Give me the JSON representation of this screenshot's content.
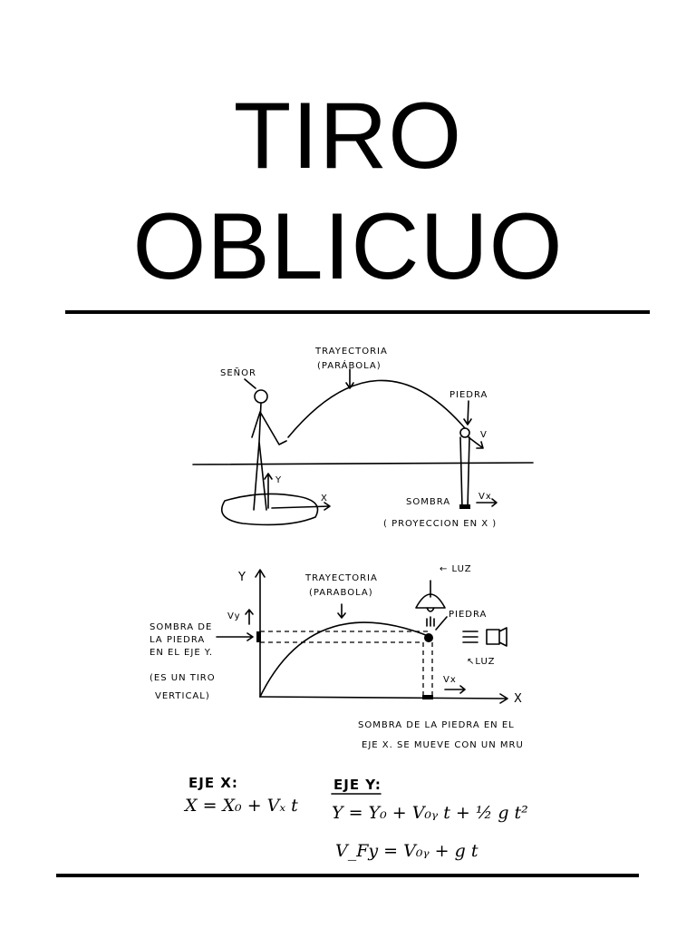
{
  "title": {
    "line1": "TIRO",
    "line2": "OBLICUO"
  },
  "figure1": {
    "senor": "SEÑOR",
    "trayectoria": "TRAYECTORIA",
    "parabola": "(PARÁBOLA)",
    "piedra": "PIEDRA",
    "v": "V",
    "y": "Y",
    "x": "X",
    "sombra": "SOMBRA",
    "vx": "Vx",
    "proyeccion": "( PROYECCION EN X )"
  },
  "figure2": {
    "axis_y": "Y",
    "axis_x": "X",
    "vy": "Vy",
    "vx": "Vx",
    "trayectoria": "TRAYECTORIA",
    "parabola": "(PARABOLA)",
    "luz_top": "← LUZ",
    "luz_right": "↖LUZ",
    "piedra": "PIEDRA",
    "sombra_y_1": "SOMBRA DE",
    "sombra_y_2": "LA PIEDRA",
    "sombra_y_3": "EN EL EJE Y.",
    "tiro_vertical_1": "(ES UN TIRO",
    "tiro_vertical_2": "VERTICAL)",
    "sombra_x_1": "SOMBRA DE LA PIEDRA EN EL",
    "sombra_x_2": "EJE X. SE MUEVE CON UN MRU"
  },
  "equations": {
    "eje_x_heading": "EJE X:",
    "eje_x_eq": "X = X₀ + Vₓ t",
    "eje_y_heading": "EJE Y:",
    "eje_y_eq1": "Y = Y₀ + V₀ᵧ t + ½ g t²",
    "eje_y_eq2": "V_Fy = V₀ᵧ + g t"
  }
}
